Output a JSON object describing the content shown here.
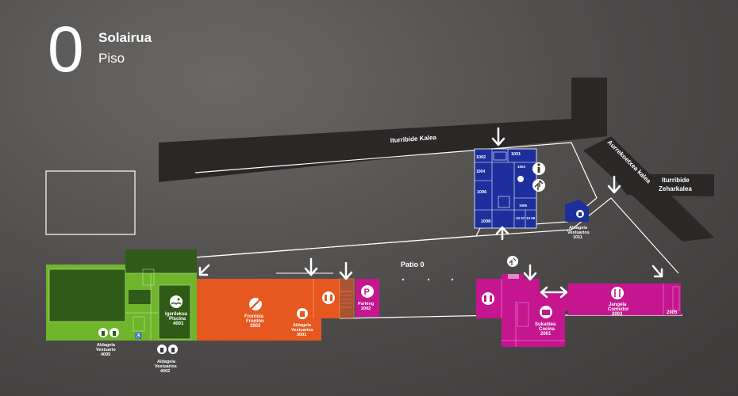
{
  "header": {
    "floor_number": "0",
    "title_eu": "Solairua",
    "title_es": "Piso"
  },
  "streets": {
    "iturribide": "Iturribide Kalea",
    "aurrekoetxea": "Aurrekoetxea kalea",
    "zeharkalea_1": "Iturribide",
    "zeharkalea_2": "Zeharkalea"
  },
  "patio": "Patio 0",
  "rooms": {
    "r1001": "1001",
    "r1002": "1002",
    "r1003": "1003",
    "r1004": "1004",
    "r1005": "1005",
    "r1006": "1006",
    "r1008": "1008",
    "r1007": "10 07",
    "r1009": "10 09"
  },
  "areas": {
    "vestuarios_1011": {
      "l1": "Aldagela",
      "l2": "Vestuarios",
      "l3": "1011"
    },
    "piscina": {
      "l1": "Igerilekua",
      "l2": "Piscina",
      "l3": "4001"
    },
    "vestuario_4005": {
      "l1": "Aldagela",
      "l2": "Vestuario",
      "l3": "4005"
    },
    "vestuarios_4002": {
      "l1": "Aldagela",
      "l2": "Vestuarios",
      "l3": "4002"
    },
    "fronton": {
      "l1": "Frontoia",
      "l2": "Frontón",
      "l3": "3002"
    },
    "vestuarios_3001": {
      "l1": "Aldagela",
      "l2": "Vestuarios",
      "l3": "3001"
    },
    "parking": {
      "l1": "Parking",
      "l2": "2002",
      "symbol": "P"
    },
    "cocina": {
      "l1": "Sukaldea",
      "l2": "Cocina",
      "l3": "2001"
    },
    "comedor": {
      "l1": "Jangela",
      "l2": "Comedor",
      "l3": "2003"
    },
    "r2005": "2005"
  },
  "icons": [
    "info-icon",
    "elevator-icon",
    "restroom-icon",
    "swimmer-icon",
    "fronton-icon",
    "restaurant-icon",
    "cooking-pot-icon",
    "arrow-icon"
  ],
  "colors": {
    "blue": "#1d2f9c",
    "green": "#6fb52c",
    "dark_green": "#2f5a17",
    "orange": "#e6581f",
    "magenta": "#c5168f",
    "road": "#2a2727"
  }
}
